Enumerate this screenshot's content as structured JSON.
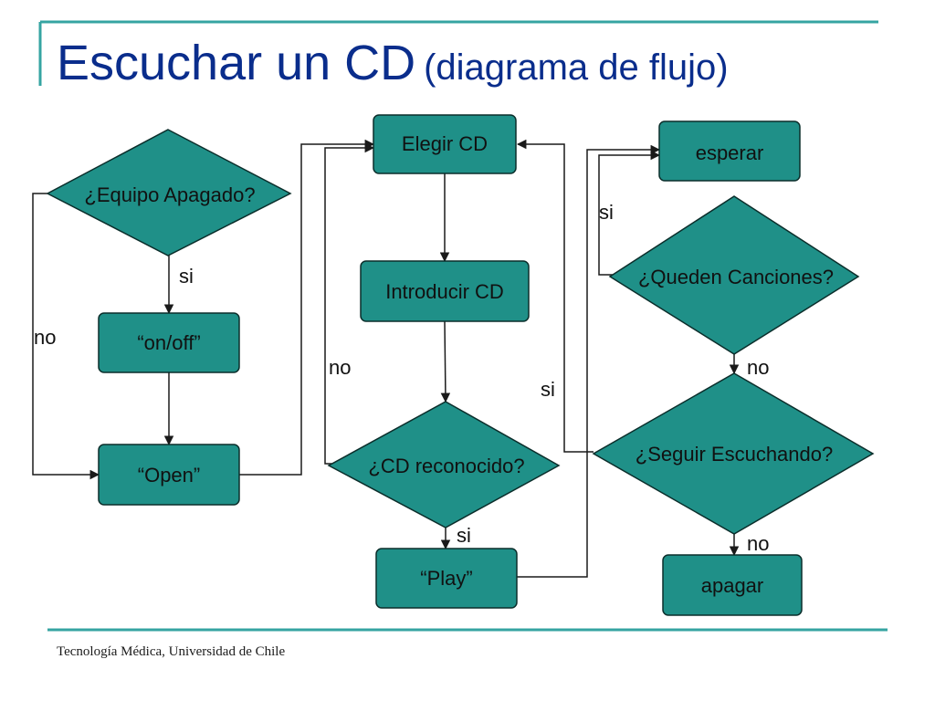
{
  "slide": {
    "title": "Escuchar un CD",
    "title_sub": "(diagrama de flujo)",
    "footer": "Tecnología Médica, Universidad de Chile"
  },
  "colors": {
    "node_fill": "#1f9088",
    "node_stroke": "#0b2e2b",
    "accent_line": "#35a4a2",
    "title": "#0a2d8c",
    "connector": "#1a1a1a"
  },
  "flowchart": {
    "nodes": {
      "equipo_apagado": "¿Equipo Apagado?",
      "on_off": "“on/off”",
      "open": "“Open”",
      "elegir_cd": "Elegir CD",
      "introducir_cd": "Introducir CD",
      "cd_reconocido": "¿CD reconocido?",
      "play": "“Play”",
      "esperar": "esperar",
      "queden_canciones": "¿Queden Canciones?",
      "seguir_escuchando": "¿Seguir Escuchando?",
      "apagar": "apagar"
    },
    "edge_labels": {
      "equipo_si": "si",
      "equipo_no": "no",
      "reconocido_no": "no",
      "reconocido_si": "si",
      "seguir_si": "si",
      "queden_si": "si",
      "queden_no": "no",
      "seguir_no": "no"
    }
  }
}
